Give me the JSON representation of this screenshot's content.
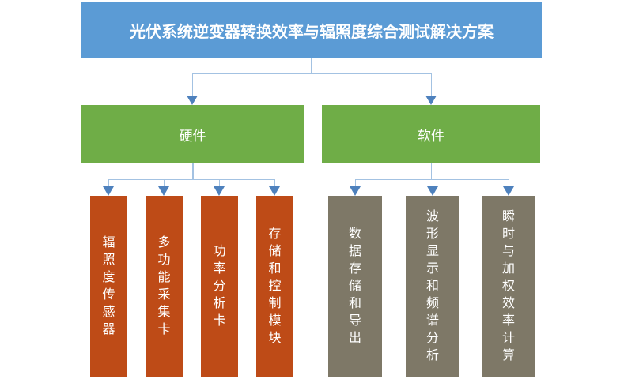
{
  "colors": {
    "canvas_bg": "#ffffff",
    "title_bg": "#5b9bd5",
    "branch_bg": "#6fad47",
    "hardware_item_bg": "#be4b17",
    "software_item_bg": "#7e7867",
    "connector_line": "#a3c2e2",
    "connector_arrow": "#4e81bd",
    "node_text": "#ffffff"
  },
  "diagram": {
    "title": "光伏系统逆变器转换效率与辐照度综合测试解决方案",
    "branches": [
      {
        "label": "硬件",
        "items": [
          "辐照度传感器",
          "多功能采集卡",
          "功率分析卡",
          "存储和控制模块"
        ]
      },
      {
        "label": "软件",
        "items": [
          "数据存储和导出",
          "波形显示和频谱分析",
          "瞬时与加权效率计算"
        ]
      }
    ]
  }
}
